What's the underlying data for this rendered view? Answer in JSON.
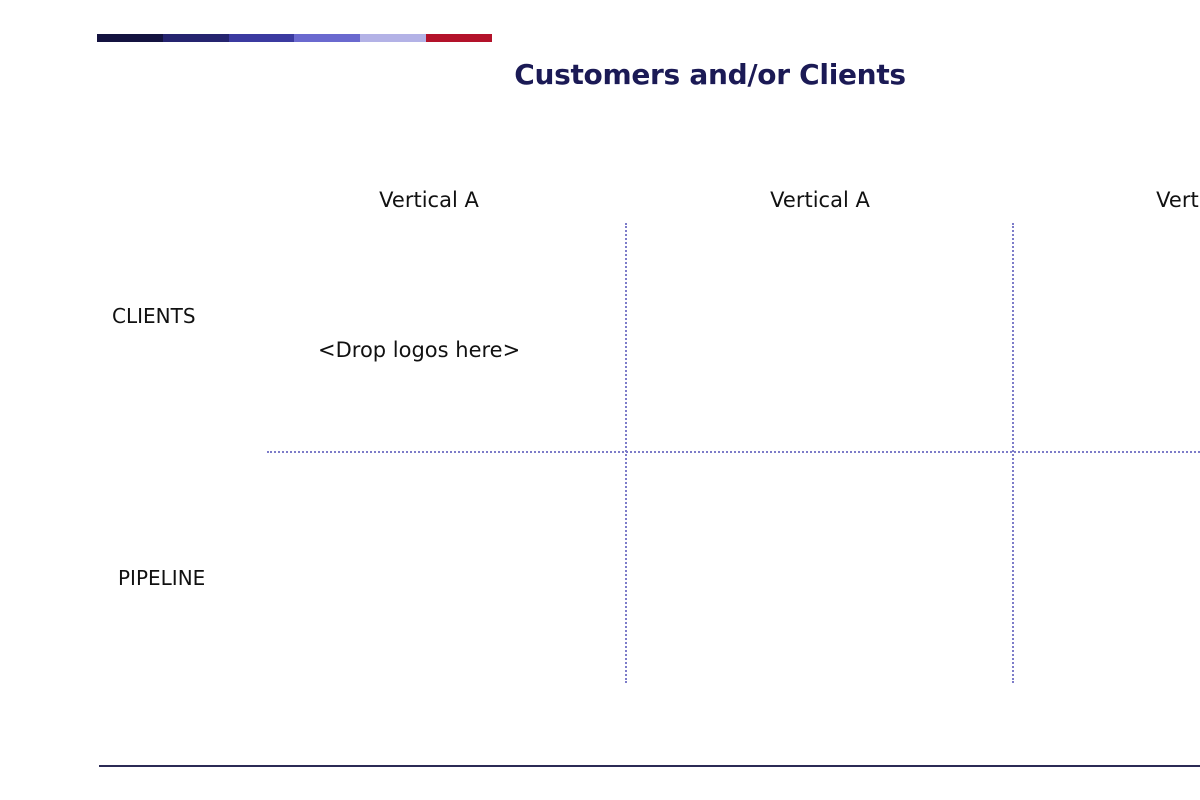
{
  "slide": {
    "title": "Customers and/or Clients",
    "accent_colors": [
      "#141340",
      "#25246f",
      "#3b3aa0",
      "#6a69cf",
      "#b3b2e6",
      "#b3122a"
    ],
    "grid_line_color": "#7d7cc9",
    "columns": [
      {
        "label": "Vertical A"
      },
      {
        "label": "Vertical A"
      },
      {
        "label": "Vertical A"
      }
    ],
    "rows": [
      {
        "label": "CLIENTS"
      },
      {
        "label": "PIPELINE"
      }
    ],
    "placeholder": "<Drop logos here>"
  }
}
